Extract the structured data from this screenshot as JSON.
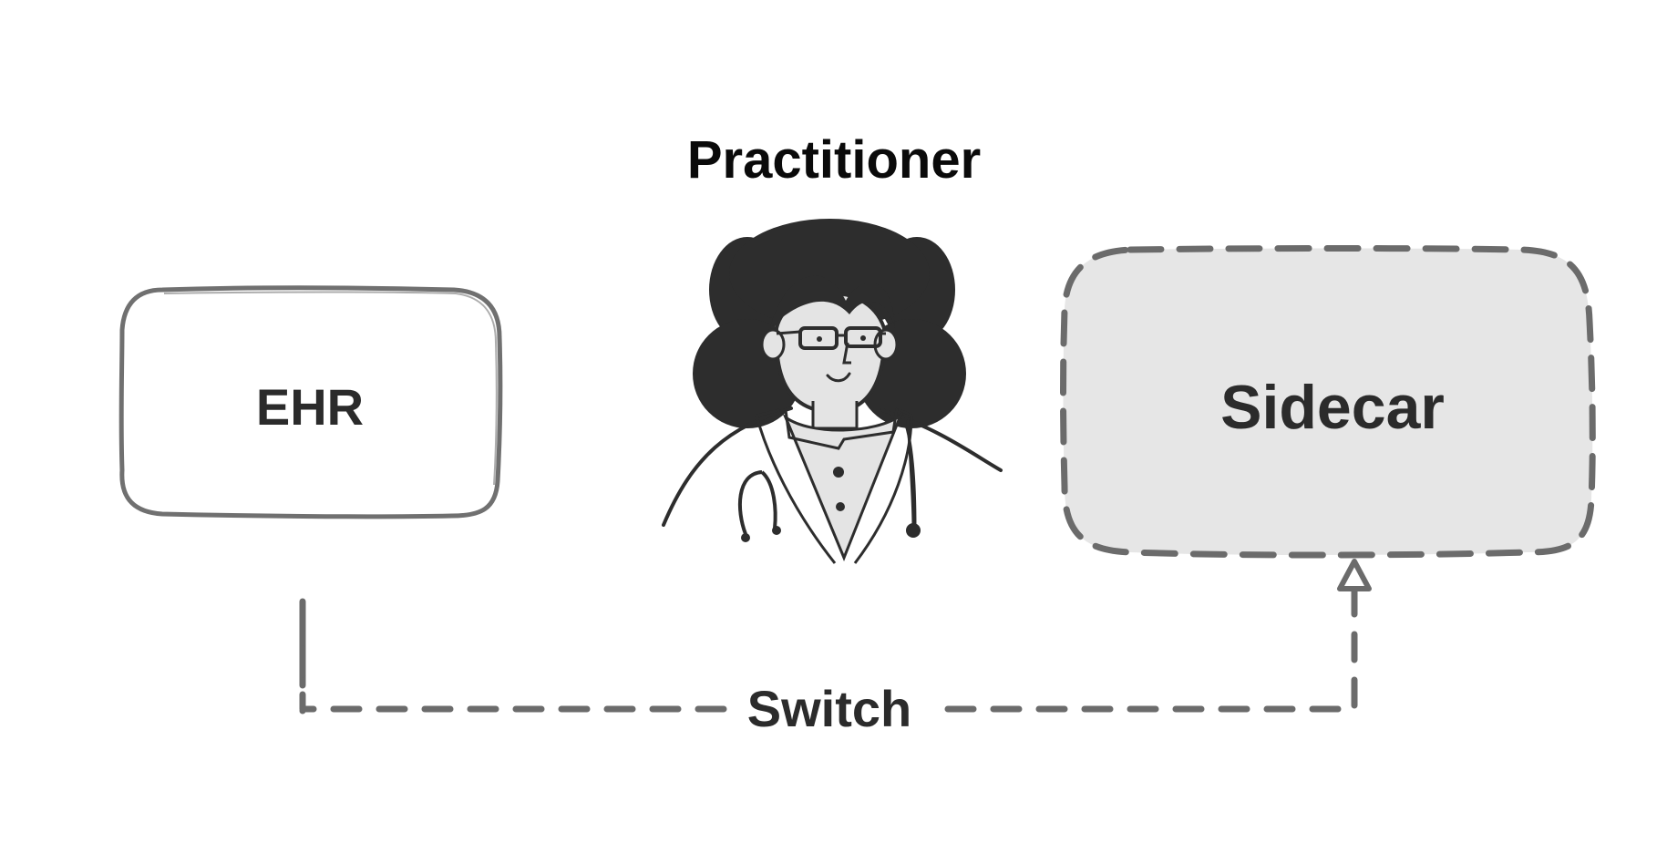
{
  "diagram": {
    "title": "Practitioner",
    "nodes": {
      "ehr": {
        "label": "EHR"
      },
      "sidecar": {
        "label": "Sidecar"
      }
    },
    "edge": {
      "label": "Switch",
      "from": "EHR",
      "to": "Sidecar"
    },
    "practitioner_icon": "doctor-illustration-icon"
  },
  "colors": {
    "stroke": "#6b6b6b",
    "text": "#2b2b2b",
    "title": "#0a0a0a",
    "sidecar_fill": "#e6e6e6",
    "hair": "#2d2d2d",
    "skin": "#e4e4e4"
  }
}
